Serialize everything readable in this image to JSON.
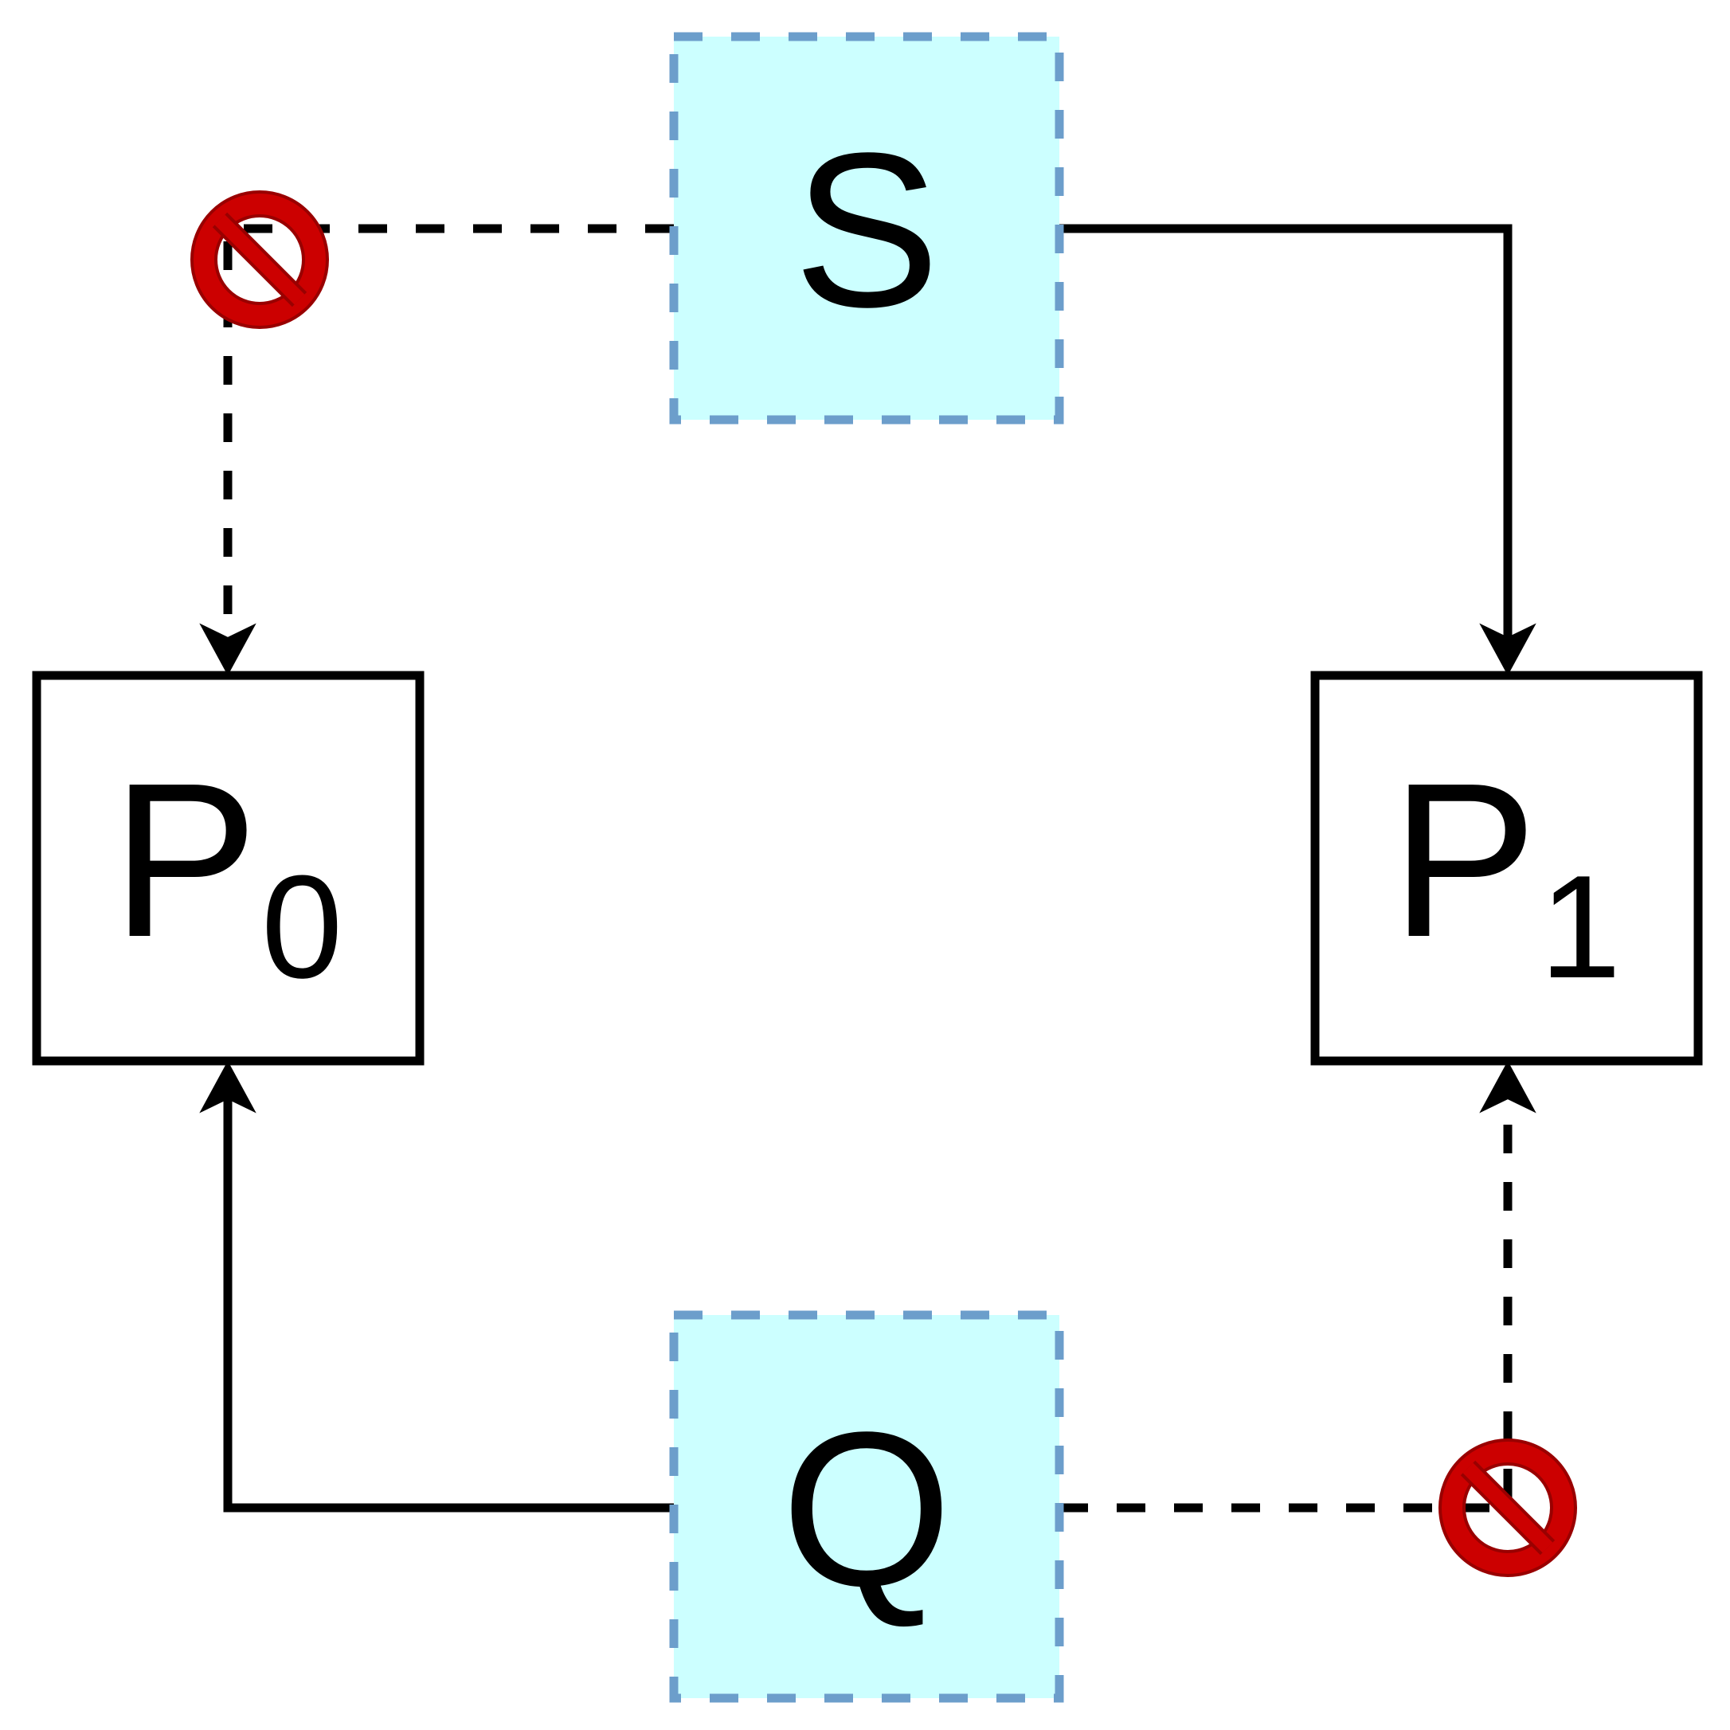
{
  "nodes": {
    "s": {
      "label": "S",
      "style": "dashed",
      "fill": "#ccffff",
      "border": "#6c9ecb"
    },
    "q": {
      "label": "Q",
      "style": "dashed",
      "fill": "#ccffff",
      "border": "#6c9ecb"
    },
    "p0": {
      "label": "P",
      "subscript": "0",
      "style": "solid",
      "fill": "#ffffff",
      "border": "#000000"
    },
    "p1": {
      "label": "P",
      "subscript": "1",
      "style": "solid",
      "fill": "#ffffff",
      "border": "#000000"
    }
  },
  "edges": [
    {
      "from": "S",
      "to": "P1",
      "style": "solid",
      "blocked": false
    },
    {
      "from": "S",
      "to": "P0",
      "style": "dashed",
      "blocked": true,
      "marker": "prohibited-icon"
    },
    {
      "from": "Q",
      "to": "P0",
      "style": "solid",
      "blocked": false
    },
    {
      "from": "Q",
      "to": "P1",
      "style": "dashed",
      "blocked": true,
      "marker": "prohibited-icon"
    }
  ],
  "colors": {
    "line": "#000000",
    "prohibited": "#cc0000",
    "prohibited_outline": "#990000"
  }
}
